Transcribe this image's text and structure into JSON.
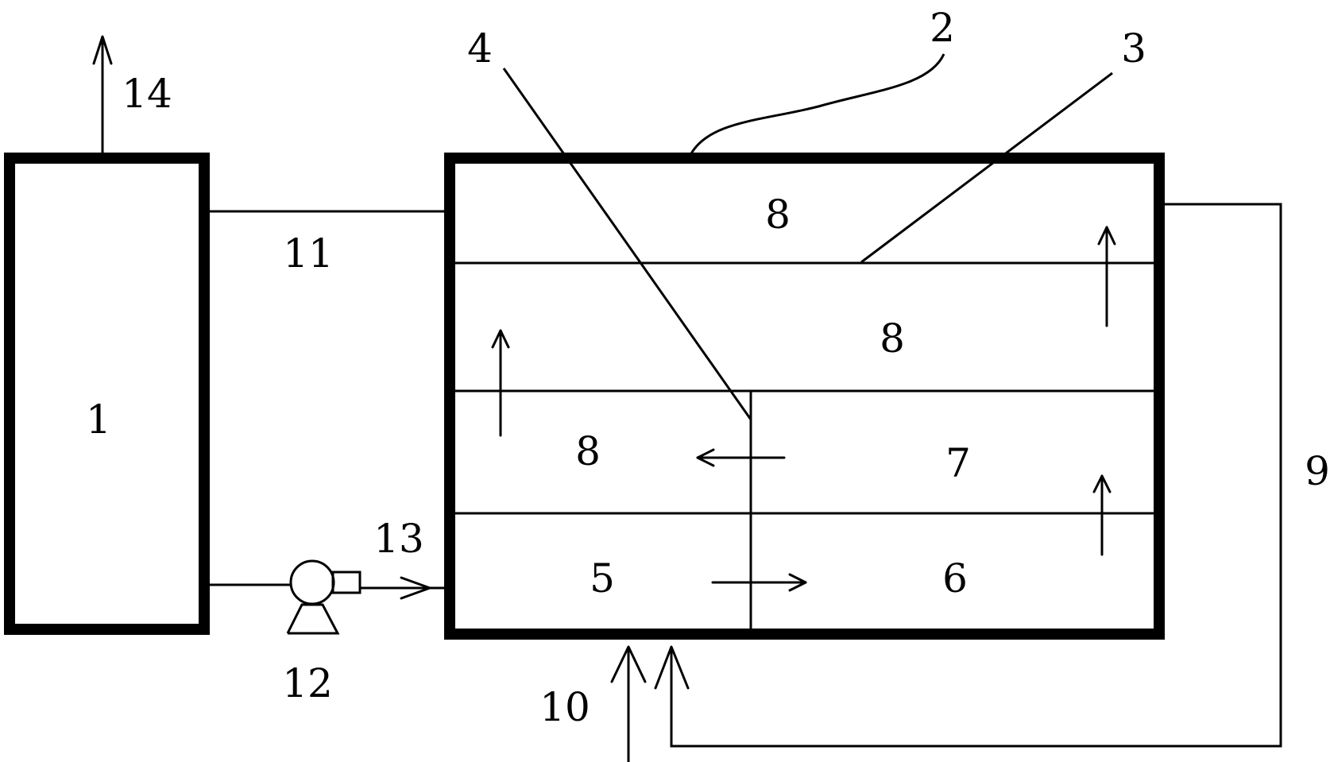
{
  "diagram": {
    "labels": {
      "tank": "1",
      "reactor_wall": "2",
      "partition": "3",
      "baffle": "4",
      "zone_5": "5",
      "zone_6": "6",
      "zone_7": "7",
      "zone_8_top": "8",
      "zone_8_middle": "8",
      "zone_8_left": "8",
      "return_pipe": "9",
      "inlet": "10",
      "connecting_pipe": "11",
      "pump": "12",
      "feed_pipe": "13",
      "outlet": "14"
    },
    "colors": {
      "stroke": "#000000",
      "background": "#ffffff"
    }
  }
}
